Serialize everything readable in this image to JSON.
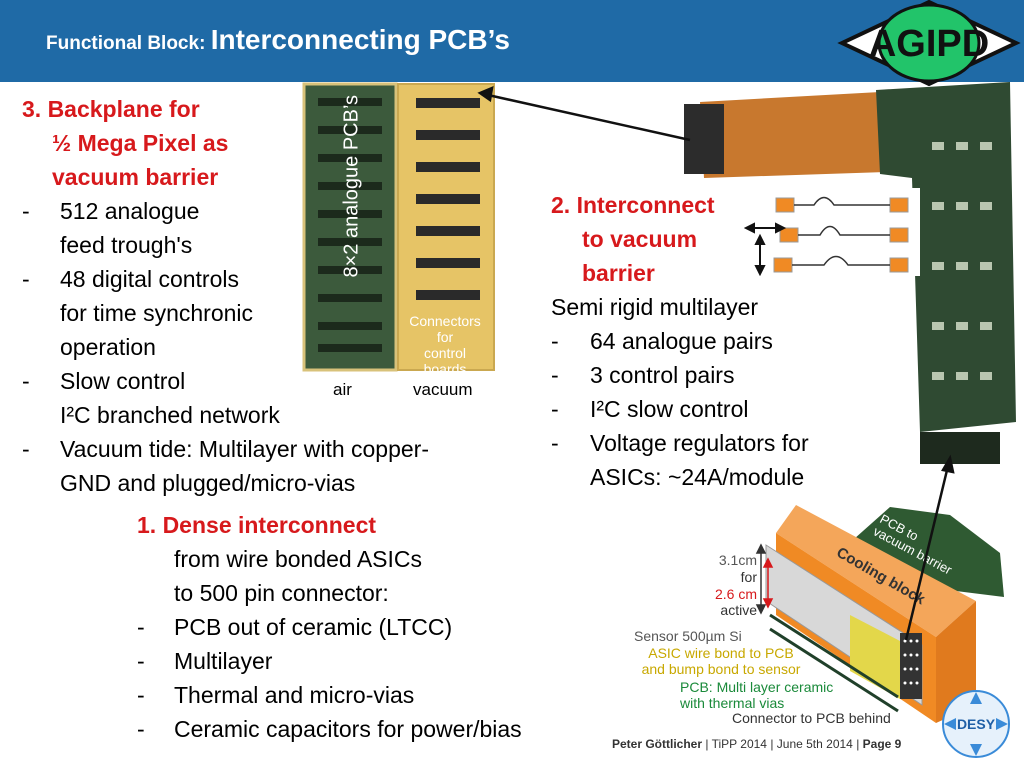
{
  "header": {
    "title_prefix": "Functional Block: ",
    "title_main": "Interconnecting PCB’s",
    "logo_text": "AGIPD"
  },
  "backplane": {
    "heading": [
      "3. Backplane for",
      "½ Mega Pixel as",
      "vacuum barrier"
    ],
    "items": [
      [
        "512 analogue",
        "feed trough's"
      ],
      [
        "48 digital controls",
        "for time synchronic",
        "operation"
      ],
      [
        "Slow control",
        "I²C branched network"
      ],
      [
        "Vacuum tide: Multilayer with copper-",
        "GND and plugged/micro-vias"
      ]
    ],
    "photo_label": "8×2 analogue PCB’s",
    "connectors_label": [
      "Connectors",
      "for",
      "control",
      "boards"
    ],
    "air_label": "air",
    "vacuum_label": "vacuum"
  },
  "interconnect": {
    "heading": [
      "2. Interconnect",
      "to vacuum",
      "barrier"
    ],
    "subtitle": "Semi rigid multilayer",
    "items": [
      "64 analogue pairs",
      "3 control pairs",
      "I²C slow control",
      "Voltage regulators for"
    ],
    "items_cont": "ASICs: ~24A/module"
  },
  "dense": {
    "heading": "1. Dense interconnect",
    "lines": [
      "from wire bonded  ASICs",
      "to 500 pin connector:"
    ],
    "items": [
      "PCB out of ceramic (LTCC)",
      "Multilayer",
      "Thermal and micro-vias",
      "Ceramic capacitors for power/bias"
    ]
  },
  "module": {
    "dim_top": "3.1cm",
    "dim_for": "for",
    "dim_active": "2.6 cm",
    "dim_active_label": "active",
    "cooling_block": "Cooling block",
    "pcb_to_vacuum": [
      "PCB to",
      "vacuum barrier"
    ],
    "sensor": "Sensor 500µm Si",
    "asic": [
      "ASIC wire bond to PCB",
      "and bump bond to sensor"
    ],
    "pcb_ceramic": [
      "PCB: Multi layer ceramic",
      "with thermal vias"
    ],
    "connector": "Connector to PCB behind"
  },
  "footer": {
    "author": "Peter Göttlicher",
    "sep1": "  |  ",
    "event": "TiPP 2014",
    "sep2": "  |  ",
    "date": "June 5th 2014",
    "sep3": "  |  ",
    "page": "Page 9"
  },
  "brand": {
    "desy_text": "DESY"
  },
  "colors": {
    "header_blue": "#1f6aa6",
    "red_heading": "#d7191c",
    "logo_green": "#22c46a",
    "orange": "#f08a24",
    "pcb_green": "#2f4a32",
    "gold": "#e8c86a"
  }
}
